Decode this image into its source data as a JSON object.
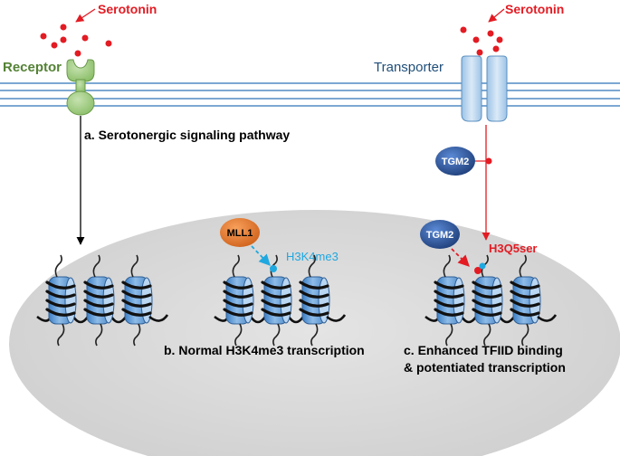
{
  "serotonin_left": "Serotonin",
  "serotonin_right": "Serotonin",
  "receptor_label": "Receptor",
  "transporter_label": "Transporter",
  "pathway_a": "a. Serotonergic signaling pathway",
  "mll1_label": "MLL1",
  "h3k4me3_label": "H3K4me3",
  "tgm2_top_label": "TGM2",
  "tgm2_bottom_label": "TGM2",
  "h3q5ser_label": "H3Q5ser",
  "caption_b": "b. Normal H3K4me3 transcription",
  "caption_c_line1": "c. Enhanced TFIID binding",
  "caption_c_line2": "& potentiated transcription",
  "colors": {
    "serotonin": "#e31b23",
    "receptor": "#a9d18e",
    "receptor_text": "#548235",
    "transporter": "#bdd7ee",
    "transporter_text": "#1f4e79",
    "membrane": "#2e75b6",
    "nucleus": "#d9d9d9",
    "nucleosome": "#5b9bd5",
    "tgm2": "#2f5597",
    "mll1": "#ed7d31",
    "h3k4me3": "#00b0f0"
  }
}
